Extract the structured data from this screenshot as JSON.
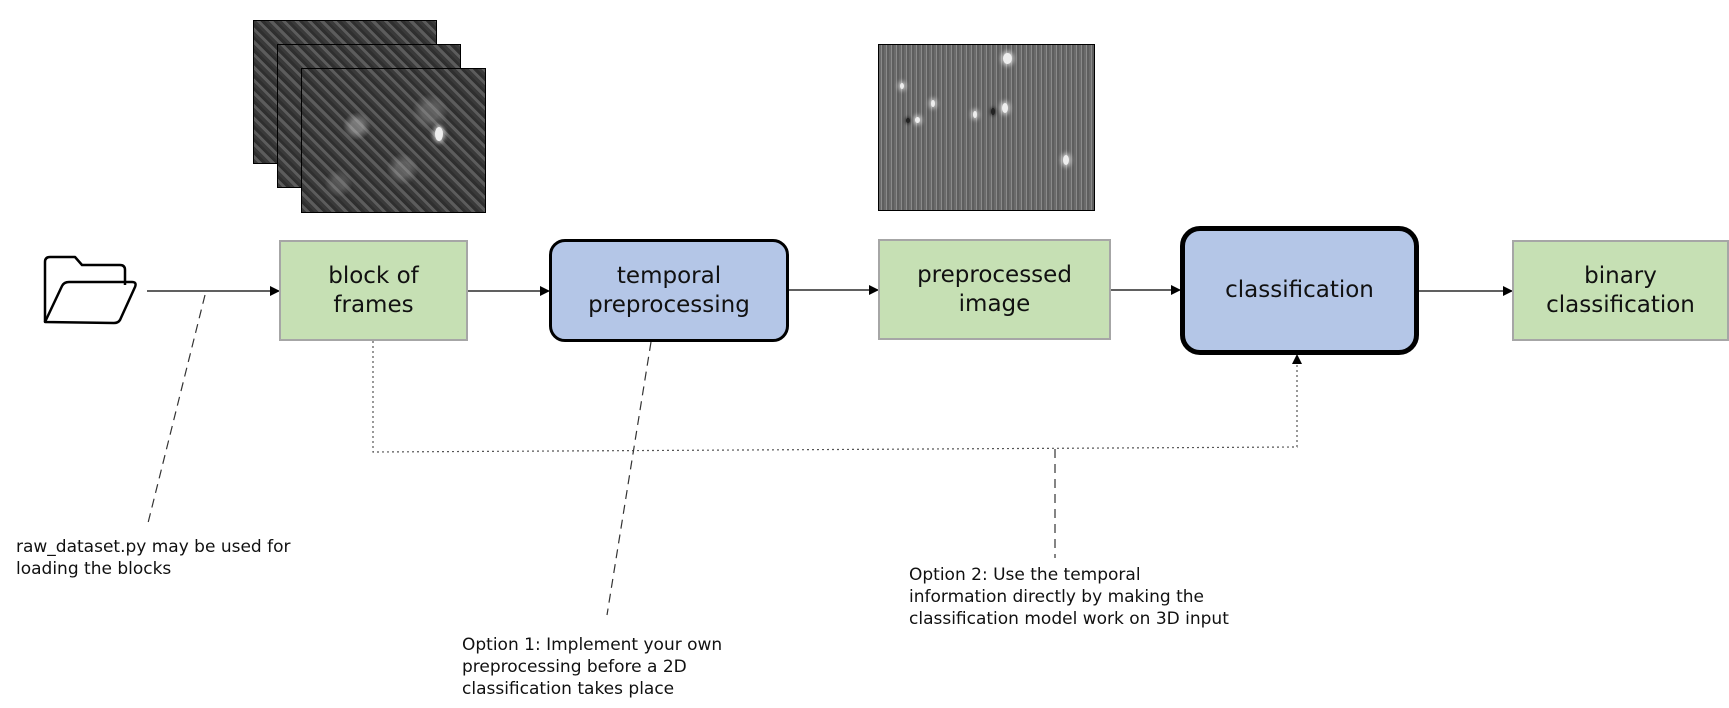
{
  "nodes": {
    "block_of_frames": "block of\nframes",
    "temporal_preprocessing": "temporal\npreprocessing",
    "preprocessed_image": "preprocessed\nimage",
    "classification": "classification",
    "binary_classification": "binary\nclassification"
  },
  "notes": {
    "raw_dataset": "raw_dataset.py may be used for\nloading the blocks",
    "option1": "Option 1: Implement your own\npreprocessing before a 2D\nclassification takes place",
    "option2": "Option 2: Use the temporal\ninformation directly by making the\nclassification model work on 3D input"
  },
  "icons": {
    "folder": "folder-icon"
  },
  "colors": {
    "data_node_fill": "#c6e0b4",
    "process_node_fill": "#b4c6e7"
  }
}
